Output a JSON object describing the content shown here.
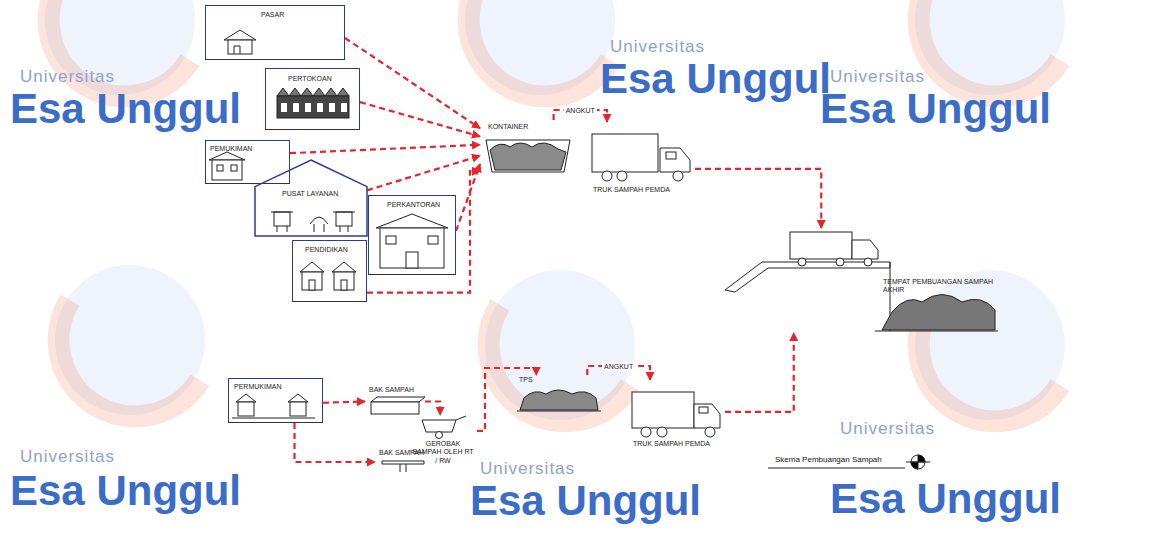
{
  "diagram": {
    "title": "Skema Pembuangan Sampah",
    "nodes": [
      {
        "text": [
          "PASAR"
        ]
      },
      {
        "text": [
          "PERTOKOAN"
        ]
      },
      {
        "text": [
          "PEMUKIMAN"
        ]
      },
      {
        "text": [
          "PUSAT LAYANAN"
        ]
      },
      {
        "text": [
          "PERKANTORAN"
        ]
      },
      {
        "text": [
          "PENDIDIKAN"
        ]
      },
      {
        "text": [
          "KONTAINER"
        ]
      },
      {
        "text": [
          "TRUK SAMPAH PEMDA"
        ]
      },
      {
        "text": [
          "TEMPAT PEMBUANGAN SAMPAH AKHIR"
        ]
      },
      {
        "text": [
          "PERMUKIMAN"
        ]
      },
      {
        "text": [
          "BAK SAMPAH"
        ]
      },
      {
        "text": [
          "GEROBAK SAMPAH OLEH RT / RW"
        ]
      },
      {
        "text": [
          "BAK SAMPAH"
        ]
      },
      {
        "text": [
          "TPS"
        ]
      },
      {
        "text": [
          "TRUK SAMPAH PEMDA"
        ]
      }
    ],
    "edges": [
      {
        "from": 0,
        "to": 6,
        "arrow": "to"
      },
      {
        "from": 1,
        "to": 6,
        "arrow": "to"
      },
      {
        "from": 2,
        "to": 6,
        "arrow": "to"
      },
      {
        "from": 3,
        "to": 6,
        "arrow": "to"
      },
      {
        "from": 4,
        "to": 6,
        "arrow": "to"
      },
      {
        "from": 5,
        "to": 6,
        "arrow": "to"
      },
      {
        "from": 6,
        "to": 7,
        "label": "ANGKUT",
        "arrow": "to"
      },
      {
        "from": 7,
        "to": 8,
        "arrow": "to"
      },
      {
        "from": 9,
        "to": 10,
        "arrow": "to"
      },
      {
        "from": 9,
        "to": 12,
        "arrow": "to"
      },
      {
        "from": 10,
        "to": 11,
        "arrow": "to"
      },
      {
        "from": 11,
        "to": 13,
        "arrow": "to"
      },
      {
        "from": 13,
        "to": 14,
        "label": "ANGKUT",
        "arrow": "to"
      },
      {
        "from": 14,
        "to": 8,
        "arrow": "to"
      }
    ],
    "labels": [
      "Universitas",
      "Esa Unggul",
      "Universitas",
      "Esa Unggul",
      "Universitas",
      "Esa Unggul",
      "Universitas",
      "Esa Unggul",
      "Universitas",
      "Esa Unggul",
      "Universitas",
      "Esa Unggul"
    ]
  }
}
